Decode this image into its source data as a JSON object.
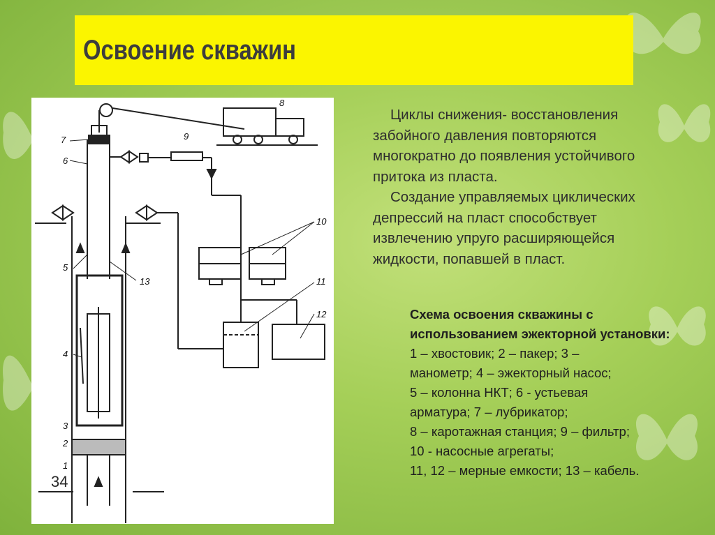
{
  "slide": {
    "title": "Освоение скважин",
    "number": "34"
  },
  "body_text": {
    "paragraph1": "Циклы снижения- восстановления забойного давления повторяются многократно до появления устойчивого притока из пласта.",
    "paragraph2": "Создание управляемых циклических депрессий на пласт способствует извлечению упруго расширяющейся жидкости, попавшей в пласт."
  },
  "caption": {
    "title": "Схема освоения скважины с использованием эжекторной установки:",
    "lines": [
      "1 – хвостовик; 2 – пакер; 3 –",
      "манометр; 4 – эжекторный насос;",
      "5 – колонна НКТ; 6 - устьевая",
      "арматура; 7 – лубрикатор;",
      "8 – каротажная станция; 9 – фильтр;",
      "10 - насосные агрегаты;",
      "11, 12 – мерные емкости; 13 – кабель."
    ]
  },
  "diagram": {
    "labels": [
      "7",
      "6",
      "5",
      "4",
      "3",
      "2",
      "1",
      "8",
      "9",
      "10",
      "11",
      "12",
      "13"
    ]
  },
  "colors": {
    "title_bar": "#fbf500",
    "background": "#a5cf58"
  }
}
